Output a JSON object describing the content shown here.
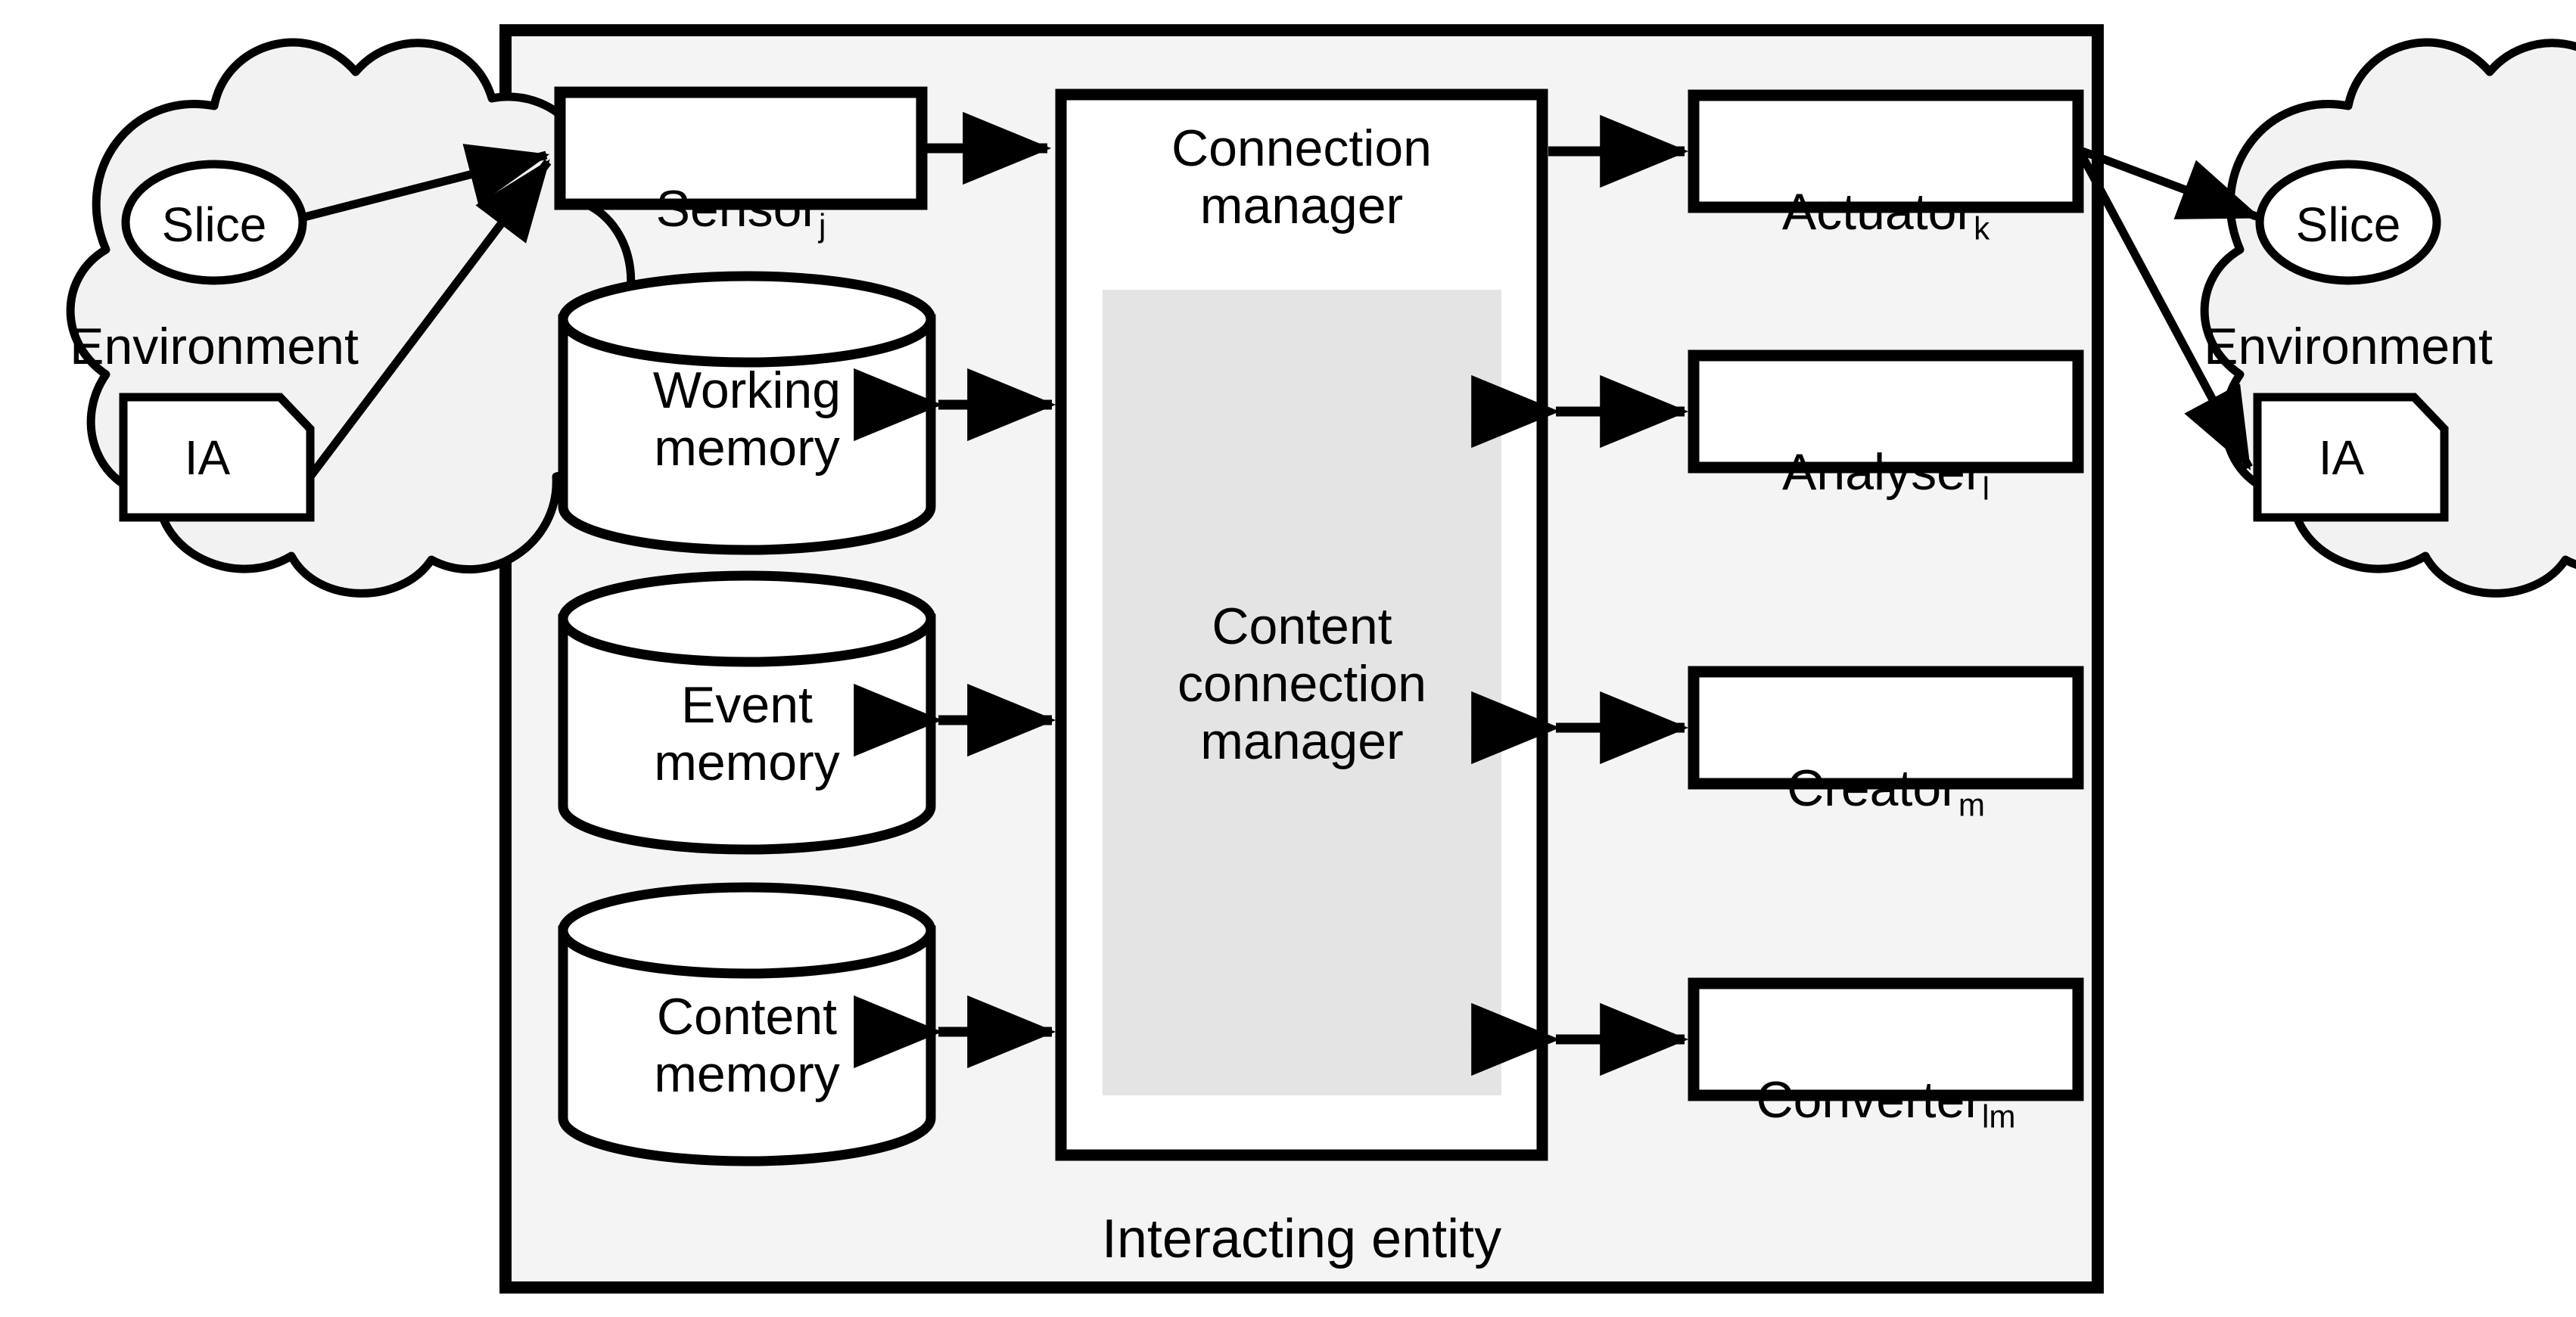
{
  "diagram": {
    "title_label": "Interacting entity",
    "colors": {
      "container_fill": "#f4f4f4",
      "cloud_fill": "#f2f2f2",
      "node_fill": "#ffffff",
      "inner_panel_fill": "#e4e4e4",
      "stroke": "#000000"
    }
  },
  "left_environment": {
    "name": "left-environment-cloud",
    "label": "Environment",
    "slice_label": "Slice",
    "ia_label": "IA"
  },
  "right_environment": {
    "name": "right-environment-cloud",
    "label": "Environment",
    "slice_label": "Slice",
    "ia_label": "IA"
  },
  "interacting_entity": {
    "label": "Interacting entity",
    "sensor": {
      "label": "Sensor",
      "subscript": "j"
    },
    "connection_manager": {
      "label": "Connection\nmanager"
    },
    "content_connection_manager": {
      "label": "Content\nconnection\nmanager"
    },
    "memories": [
      {
        "label": "Working\nmemory",
        "name": "working-memory-store"
      },
      {
        "label": "Event\nmemory",
        "name": "event-memory-store"
      },
      {
        "label": "Content\nmemory",
        "name": "content-memory-store"
      }
    ],
    "components": [
      {
        "label": "Actuator",
        "subscript": "k",
        "name": "actuator-node"
      },
      {
        "label": "Analyser",
        "subscript": "l",
        "name": "analyser-node"
      },
      {
        "label": "Creator",
        "subscript": "m",
        "name": "creator-node"
      },
      {
        "label": "Converter",
        "subscript": "lm",
        "name": "converter-node"
      }
    ]
  },
  "connections": [
    {
      "from": "Slice (left environment)",
      "to": "Sensor",
      "type": "arrow"
    },
    {
      "from": "IA (left environment)",
      "to": "Sensor",
      "type": "arrow"
    },
    {
      "from": "Sensor",
      "to": "Connection manager",
      "type": "arrow"
    },
    {
      "from": "Connection manager",
      "to": "Actuator",
      "type": "arrow"
    },
    {
      "from": "Actuator",
      "to": "Slice (right environment)",
      "type": "arrow"
    },
    {
      "from": "Actuator",
      "to": "IA (right environment)",
      "type": "arrow"
    },
    {
      "from": "Working memory",
      "to": "Content connection manager",
      "type": "double-arrow"
    },
    {
      "from": "Event memory",
      "to": "Content connection manager",
      "type": "double-arrow"
    },
    {
      "from": "Content memory",
      "to": "Content connection manager",
      "type": "double-arrow"
    },
    {
      "from": "Content connection manager",
      "to": "Analyser",
      "type": "double-arrow"
    },
    {
      "from": "Content connection manager",
      "to": "Creator",
      "type": "double-arrow"
    },
    {
      "from": "Content connection manager",
      "to": "Converter",
      "type": "double-arrow"
    }
  ]
}
